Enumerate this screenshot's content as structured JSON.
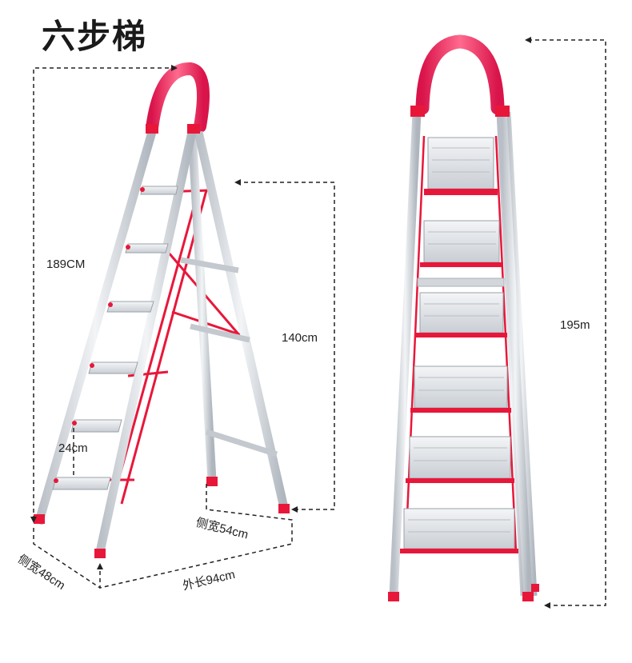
{
  "title": "六步梯",
  "dimensions": {
    "total_height": "189CM",
    "platform_height": "140cm",
    "step_spacing": "24cm",
    "side_width_back": "侧宽54cm",
    "side_width_front": "侧宽48cm",
    "outer_length": "外长94cm",
    "front_height": "195m"
  },
  "colors": {
    "accent_red": "#e8173a",
    "handle_pink": "#f0406a",
    "aluminum": "#d9dde2",
    "aluminum_dark": "#a9b0b8",
    "dash": "#222222"
  }
}
